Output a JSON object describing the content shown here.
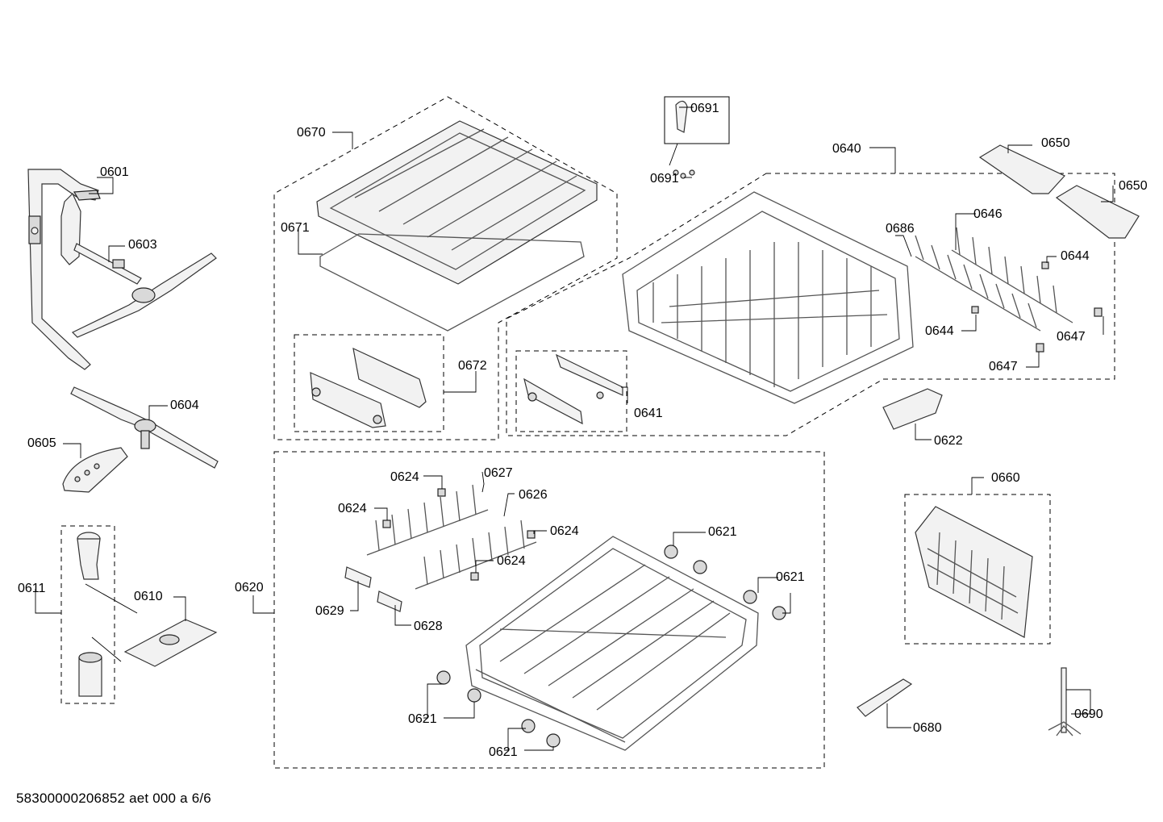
{
  "footer": "58300000206852 aet 000 a 6/6",
  "labels": {
    "p0601": "0601",
    "p0603": "0603",
    "p0604": "0604",
    "p0605": "0605",
    "p0610": "0610",
    "p0611": "0611",
    "p0620": "0620",
    "p0621_a": "0621",
    "p0621_b": "0621",
    "p0621_c": "0621",
    "p0621_d": "0621",
    "p0622": "0622",
    "p0624_a": "0624",
    "p0624_b": "0624",
    "p0624_c": "0624",
    "p0624_d": "0624",
    "p0626": "0626",
    "p0627": "0627",
    "p0628": "0628",
    "p0629": "0629",
    "p0640": "0640",
    "p0641": "0641",
    "p0644_a": "0644",
    "p0644_b": "0644",
    "p0646": "0646",
    "p0647_a": "0647",
    "p0647_b": "0647",
    "p0650_a": "0650",
    "p0650_b": "0650",
    "p0660": "0660",
    "p0670": "0670",
    "p0671": "0671",
    "p0672": "0672",
    "p0680": "0680",
    "p0686": "0686",
    "p0690": "0690",
    "p0691_a": "0691",
    "p0691_b": "0691"
  }
}
